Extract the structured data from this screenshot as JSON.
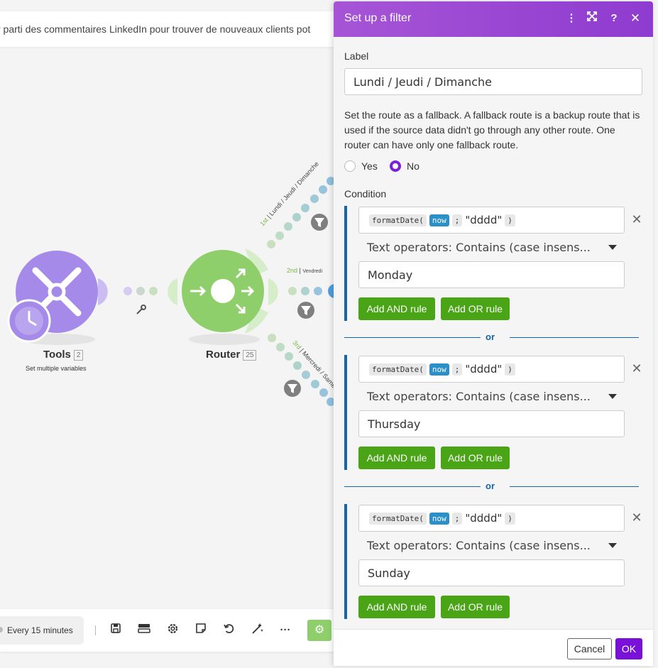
{
  "scenario": {
    "title": "r parti des commentaires LinkedIn pour trouver de nouveaux clients pot"
  },
  "modules": {
    "tools": {
      "name": "Tools",
      "badge": "2",
      "subtitle": "Set multiple variables"
    },
    "router": {
      "name": "Router",
      "badge": "25"
    }
  },
  "routes": [
    {
      "order": "1st",
      "label": "Lundi / Jeudi / Dimanche"
    },
    {
      "order": "2nd",
      "label": "Vendredi"
    },
    {
      "order": "3rd",
      "label": "Mercredi / Samedi"
    }
  ],
  "toolbar": {
    "schedule_label": "Every 15 minutes",
    "icons": [
      "save-icon",
      "explain-flow-icon",
      "settings-icon",
      "notes-icon",
      "undo-icon",
      "auto-align-icon",
      "more-icon"
    ]
  },
  "panel": {
    "title": "Set up a filter",
    "label_field": {
      "label": "Label",
      "value": "Lundi / Jeudi / Dimanche"
    },
    "fallback_help": "Set the route as a fallback. A fallback route is a backup route that is used if the source data didn't go through any other route. One router can have only one fallback route.",
    "fallback_options": {
      "yes": "Yes",
      "no": "No",
      "selected": "No"
    },
    "condition_label": "Condition",
    "expression": {
      "fn": "formatDate(",
      "arg": "now",
      "sep": ";",
      "fmt": "\"dddd\"",
      "close": ")"
    },
    "conditions": [
      {
        "operator": "Text operators: Contains (case insens...",
        "value": "Monday"
      },
      {
        "operator": "Text operators: Contains (case insens...",
        "value": "Thursday"
      },
      {
        "operator": "Text operators: Contains (case insens...",
        "value": "Sunday"
      }
    ],
    "add_and_label": "Add AND rule",
    "add_or_label": "Add OR rule",
    "or_label": "or",
    "cancel_label": "Cancel",
    "ok_label": "OK"
  },
  "colors": {
    "header": "#9b47d4",
    "and_button": "#4aa516",
    "ok_button": "#7a11d9",
    "condition_accent": "#1565a9",
    "tools_module": "#a68ae9",
    "router_module": "#8fcf6b"
  }
}
